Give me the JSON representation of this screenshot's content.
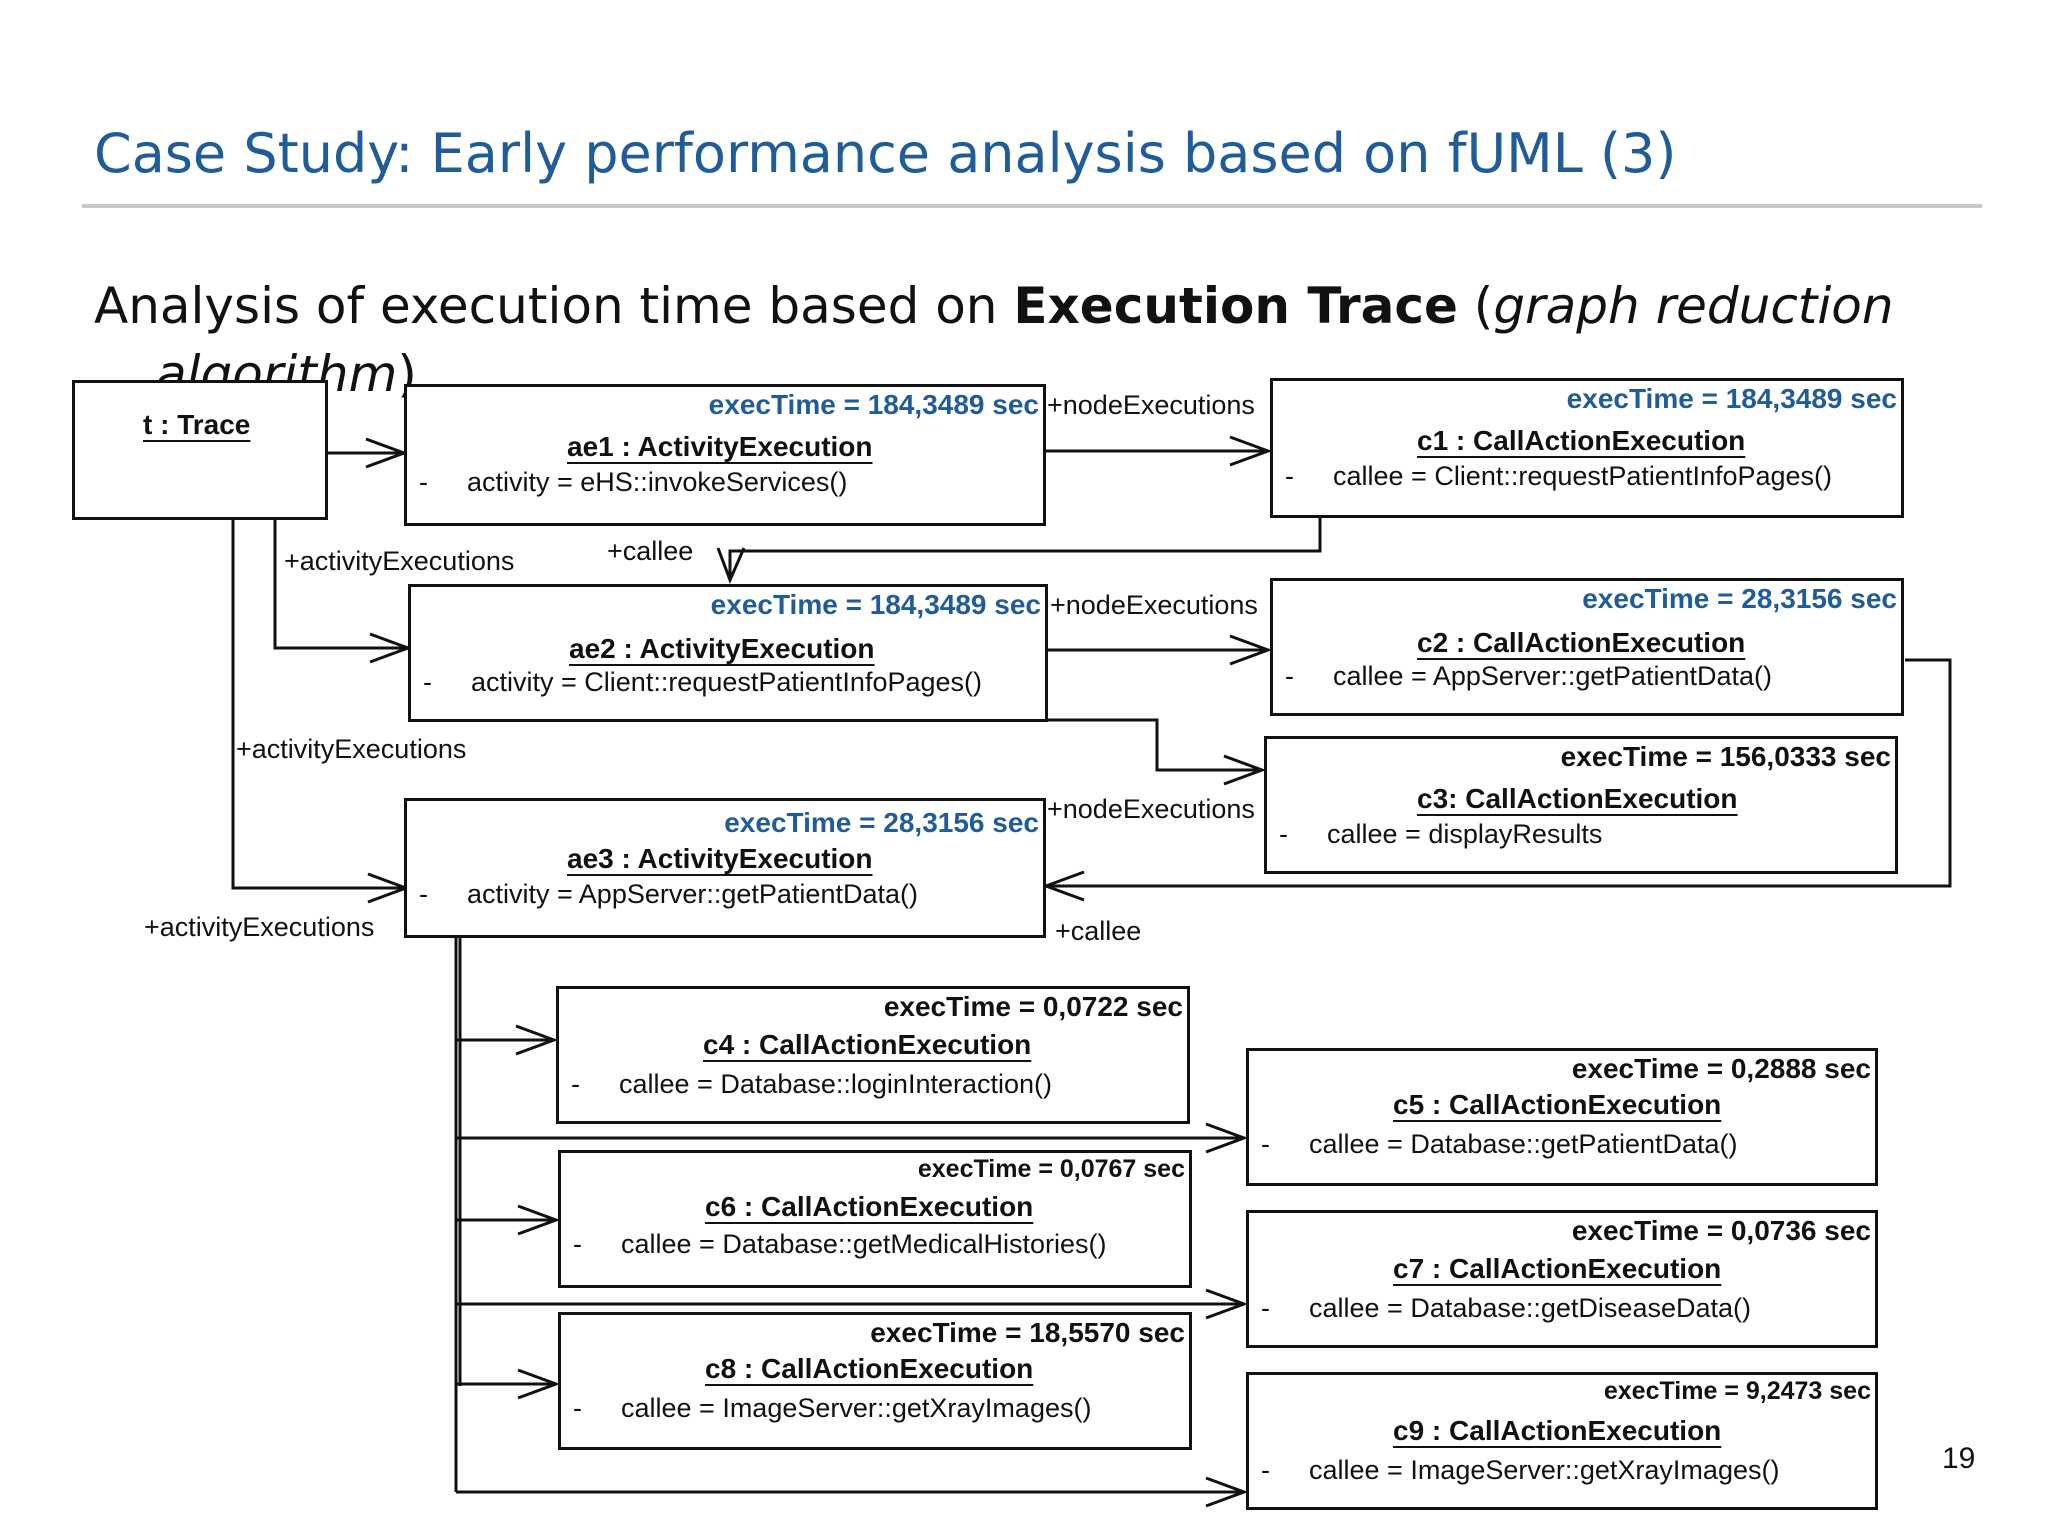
{
  "slide": {
    "title": "Case Study: Early performance analysis based on fUML  (3)",
    "subtitle_prefix": "Analysis of execution time based on ",
    "subtitle_bold": "Execution Trace",
    "subtitle_open": " (",
    "subtitle_italic_1": "graph reduction",
    "subtitle_italic_2": "algorithm",
    "subtitle_close": ")",
    "page_number": "19"
  },
  "diagram": {
    "trace": {
      "name": "t : Trace"
    },
    "ae1": {
      "exec": "execTime = 184,3489 sec",
      "name": "ae1 : ActivityExecution",
      "dash": "-",
      "attr": "activity = eHS::invokeServices()"
    },
    "ae2": {
      "exec": "execTime = 184,3489 sec",
      "name": "ae2 : ActivityExecution",
      "dash": "-",
      "attr": "activity = Client::requestPatientInfoPages()"
    },
    "ae3": {
      "exec": "execTime = 28,3156 sec",
      "name": "ae3 : ActivityExecution",
      "dash": "-",
      "attr": "activity = AppServer::getPatientData()"
    },
    "c1": {
      "exec": "execTime = 184,3489 sec",
      "name": "c1 : CallActionExecution",
      "dash": "-",
      "attr": "callee = Client::requestPatientInfoPages()"
    },
    "c2": {
      "exec": "execTime = 28,3156 sec",
      "name": "c2 : CallActionExecution",
      "dash": "-",
      "attr": "callee = AppServer::getPatientData()"
    },
    "c3": {
      "exec": "execTime = 156,0333 sec",
      "name": "c3: CallActionExecution",
      "dash": "-",
      "attr": "callee = displayResults"
    },
    "c4": {
      "exec": "execTime = 0,0722 sec",
      "name": "c4 : CallActionExecution",
      "dash": "-",
      "attr": "callee = Database::loginInteraction()"
    },
    "c5": {
      "exec": "execTime = 0,2888 sec",
      "name": "c5 : CallActionExecution",
      "dash": "-",
      "attr": "callee = Database::getPatientData()"
    },
    "c6": {
      "exec": "execTime = 0,0767 sec",
      "name": "c6 : CallActionExecution",
      "dash": "-",
      "attr": "callee = Database::getMedicalHistories()"
    },
    "c7": {
      "exec": "execTime = 0,0736 sec",
      "name": "c7 : CallActionExecution",
      "dash": "-",
      "attr": "callee = Database::getDiseaseData()"
    },
    "c8": {
      "exec": "execTime = 18,5570 sec",
      "name": "c8 : CallActionExecution",
      "dash": "-",
      "attr": "callee = ImageServer::getXrayImages()"
    },
    "c9": {
      "exec": "execTime = 9,2473 sec",
      "name": "c9 : CallActionExecution",
      "dash": "-",
      "attr": "callee = ImageServer::getXrayImages()"
    },
    "labels": {
      "node_exec_1": "+nodeExecutions",
      "node_exec_2": "+nodeExecutions",
      "node_exec_3": "+nodeExecutions",
      "activity_exec_1": "+activityExecutions",
      "activity_exec_2": "+activityExecutions",
      "activity_exec_3": "+activityExecutions",
      "callee_1": "+callee",
      "callee_2": "+callee"
    }
  },
  "colors": {
    "title": "#1f5c99",
    "exec_highlight": "#1f5c99",
    "rule": "#c8c8c8"
  }
}
